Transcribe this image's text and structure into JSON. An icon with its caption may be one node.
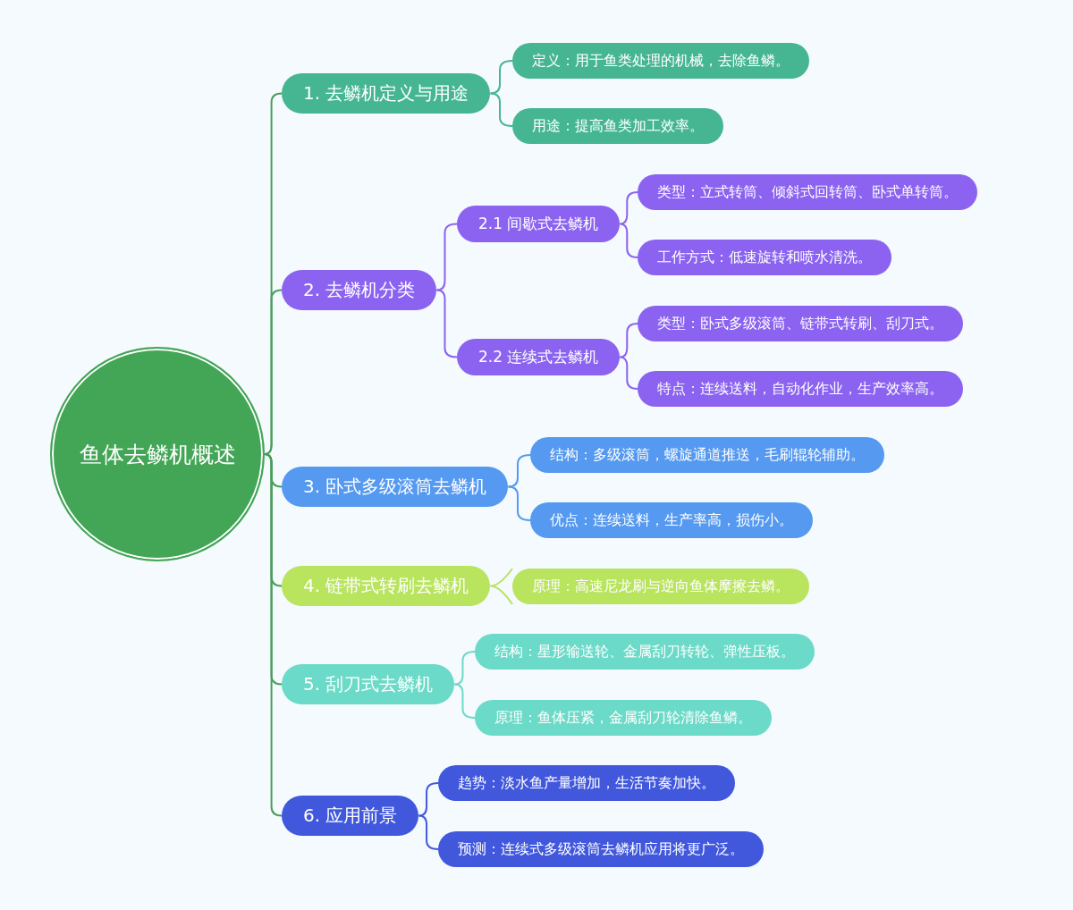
{
  "diagram": {
    "nodes": [
      {
        "text": [
          "鱼体去鳞机概述"
        ]
      },
      {
        "text": [
          "1. 去鳞机定义与用途"
        ]
      },
      {
        "text": [
          "定义：用于鱼类处理的机械，去除鱼鳞。"
        ]
      },
      {
        "text": [
          "用途：提高鱼类加工效率。"
        ]
      },
      {
        "text": [
          "2. 去鳞机分类"
        ]
      },
      {
        "text": [
          "2.1 间歇式去鳞机"
        ]
      },
      {
        "text": [
          "类型：立式转筒、倾斜式回转筒、卧式单转筒。"
        ]
      },
      {
        "text": [
          "工作方式：低速旋转和喷水清洗。"
        ]
      },
      {
        "text": [
          "2.2 连续式去鳞机"
        ]
      },
      {
        "text": [
          "类型：卧式多级滚筒、链带式转刷、刮刀式。"
        ]
      },
      {
        "text": [
          "特点：连续送料，自动化作业，生产效率高。"
        ]
      },
      {
        "text": [
          "3. 卧式多级滚筒去鳞机"
        ]
      },
      {
        "text": [
          "结构：多级滚筒，螺旋通道推送，毛刷辊轮辅助。"
        ]
      },
      {
        "text": [
          "优点：连续送料，生产率高，损伤小。"
        ]
      },
      {
        "text": [
          "4. 链带式转刷去鳞机"
        ]
      },
      {
        "text": [
          "原理：高速尼龙刷与逆向鱼体摩擦去鳞。"
        ]
      },
      {
        "text": [
          "5. 刮刀式去鳞机"
        ]
      },
      {
        "text": [
          "结构：星形输送轮、金属刮刀转轮、弹性压板。"
        ]
      },
      {
        "text": [
          "原理：鱼体压紧，金属刮刀轮清除鱼鳞。"
        ]
      },
      {
        "text": [
          "6. 应用前景"
        ]
      },
      {
        "text": [
          "趋势：淡水鱼产量增加，生活节奏加快。"
        ]
      },
      {
        "text": [
          "预测：连续式多级滚筒去鳞机应用将更广泛。"
        ]
      }
    ],
    "edges": [
      {
        "from": 0,
        "to": 1,
        "arrow": "none",
        "color": "#4a9e5c"
      },
      {
        "from": 0,
        "to": 4,
        "arrow": "none",
        "color": "#4a9e5c"
      },
      {
        "from": 0,
        "to": 11,
        "arrow": "none",
        "color": "#4a9e5c"
      },
      {
        "from": 0,
        "to": 14,
        "arrow": "none",
        "color": "#4a9e5c"
      },
      {
        "from": 0,
        "to": 16,
        "arrow": "none",
        "color": "#4a9e5c"
      },
      {
        "from": 0,
        "to": 19,
        "arrow": "none",
        "color": "#4a9e5c"
      },
      {
        "from": 1,
        "to": 2,
        "arrow": "none",
        "color": "#46b692"
      },
      {
        "from": 1,
        "to": 3,
        "arrow": "none",
        "color": "#46b692"
      },
      {
        "from": 4,
        "to": 5,
        "arrow": "none",
        "color": "#8b63f0"
      },
      {
        "from": 4,
        "to": 8,
        "arrow": "none",
        "color": "#8b63f0"
      },
      {
        "from": 5,
        "to": 6,
        "arrow": "none",
        "color": "#8b63f0"
      },
      {
        "from": 5,
        "to": 7,
        "arrow": "none",
        "color": "#8b63f0"
      },
      {
        "from": 8,
        "to": 9,
        "arrow": "none",
        "color": "#8b63f0"
      },
      {
        "from": 8,
        "to": 10,
        "arrow": "none",
        "color": "#8b63f0"
      },
      {
        "from": 11,
        "to": 12,
        "arrow": "none",
        "color": "#5599f0"
      },
      {
        "from": 11,
        "to": 13,
        "arrow": "none",
        "color": "#5599f0"
      },
      {
        "from": 14,
        "to": 15,
        "arrow": "none",
        "color": "#b8e45e"
      },
      {
        "from": 16,
        "to": 17,
        "arrow": "none",
        "color": "#6cdac8"
      },
      {
        "from": 16,
        "to": 18,
        "arrow": "none",
        "color": "#6cdac8"
      },
      {
        "from": 19,
        "to": 20,
        "arrow": "none",
        "color": "#4158dd"
      },
      {
        "from": 19,
        "to": 21,
        "arrow": "none",
        "color": "#4158dd"
      }
    ]
  }
}
